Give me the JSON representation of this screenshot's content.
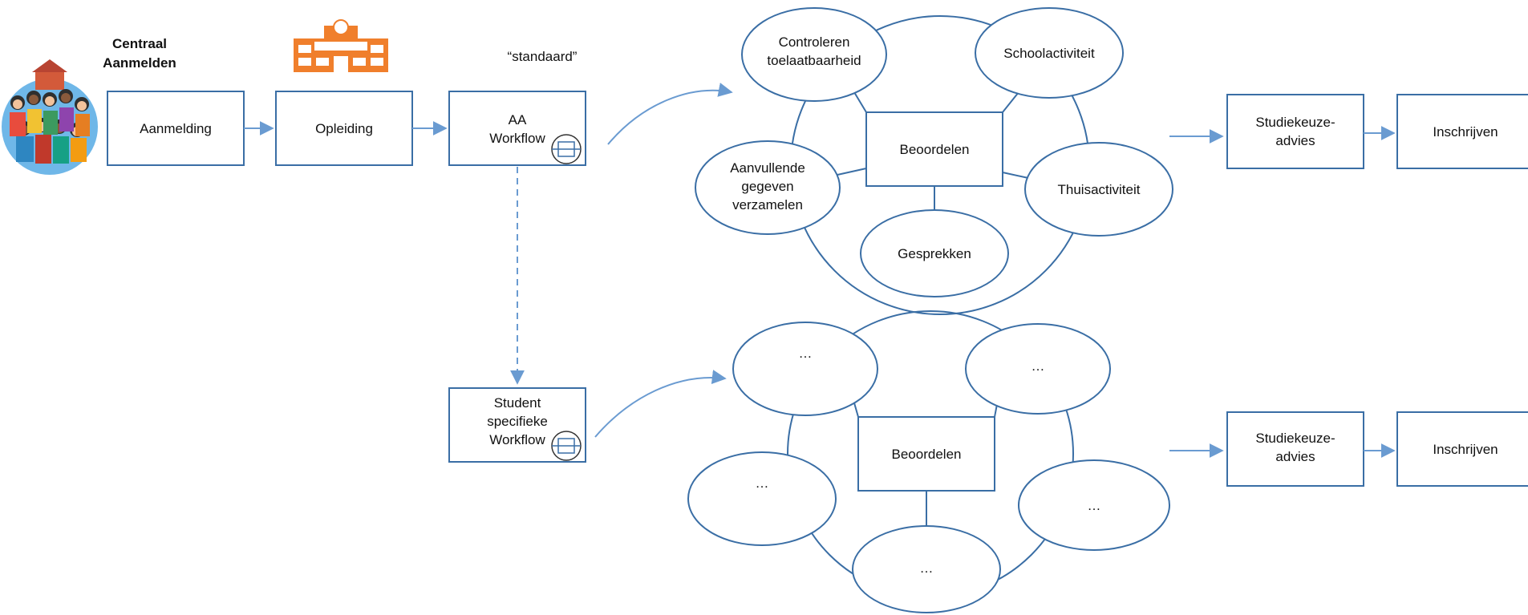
{
  "header": {
    "centraal": [
      "Centraal",
      "Aanmelden"
    ],
    "standaard": "“standaard”"
  },
  "nodes": {
    "aanmelding": "Aanmelding",
    "opleiding": "Opleiding",
    "aa_workflow": [
      "AA",
      "Workflow"
    ],
    "student_workflow": [
      "Student",
      "specifieke",
      "Workflow"
    ]
  },
  "cycle_top": {
    "center": "Beoordelen",
    "controleren": [
      "Controleren",
      "toelaatbaarheid"
    ],
    "school": "Schoolactiviteit",
    "thuis": "Thuisactiviteit",
    "gesprekken": "Gesprekken",
    "aanvullende": [
      "Aanvullende",
      "gegeven",
      "verzamelen"
    ]
  },
  "cycle_bottom": {
    "center": "Beoordelen",
    "placeholder": "…"
  },
  "outcome_top": {
    "advies": [
      "Studiekeuze-",
      "advies"
    ],
    "inschrijven": "Inschrijven"
  },
  "outcome_bottom": {
    "advies": [
      "Studiekeuze-",
      "advies"
    ],
    "inschrijven": "Inschrijven"
  },
  "colors": {
    "stroke": "#3a6ea5",
    "flow": "#6a9bd1",
    "school_building": "#f07f2c",
    "globe": "#6fb7e8"
  },
  "icons": [
    "people-globe-icon",
    "school-building-icon",
    "subprocess-icon"
  ]
}
